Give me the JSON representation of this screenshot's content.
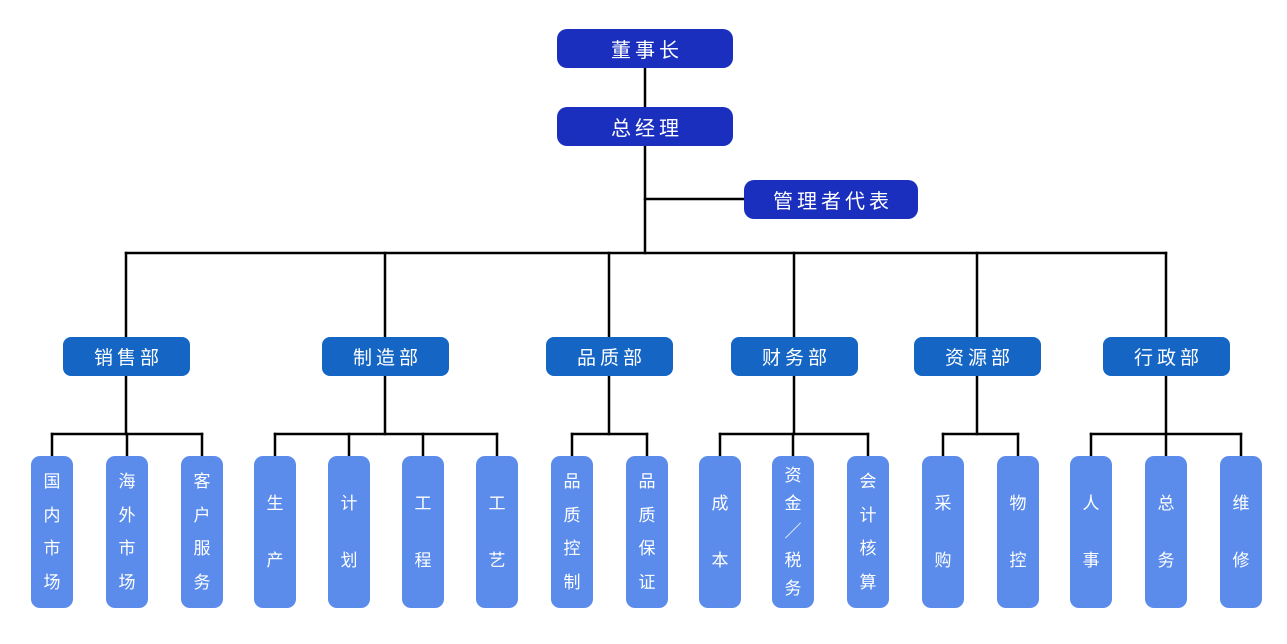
{
  "org_chart": {
    "root": {
      "label": "董事长"
    },
    "general_manager": {
      "label": "总经理"
    },
    "representative": {
      "label": "管理者代表"
    },
    "departments": [
      {
        "label": "销售部",
        "children": [
          "国内市场",
          "海外市场",
          "客户服务"
        ]
      },
      {
        "label": "制造部",
        "children": [
          "生产",
          "计划",
          "工程",
          "工艺"
        ]
      },
      {
        "label": "品质部",
        "children": [
          "品质控制",
          "品质保证"
        ]
      },
      {
        "label": "财务部",
        "children": [
          "成本",
          "资金/税务",
          "会计核算"
        ]
      },
      {
        "label": "资源部",
        "children": [
          "采购",
          "物控"
        ]
      },
      {
        "label": "行政部",
        "children": [
          "人事",
          "总务",
          "维修"
        ]
      }
    ],
    "colors": {
      "executive_box": "#1a2fbe",
      "department_box": "#1565c5",
      "leaf_box": "#5b8ceb",
      "connector_line": "#000000",
      "text": "#ffffff"
    }
  }
}
